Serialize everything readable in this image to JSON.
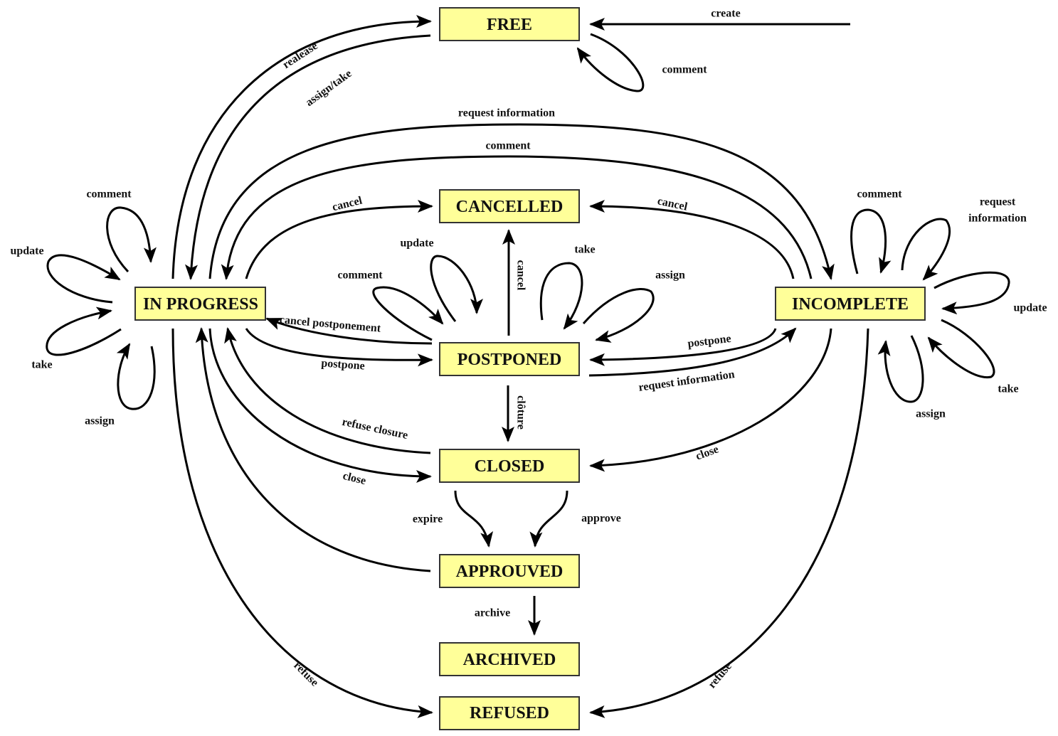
{
  "diagram": {
    "type": "state-transition-diagram",
    "states": [
      {
        "id": "free",
        "label": "FREE"
      },
      {
        "id": "cancelled",
        "label": "CANCELLED"
      },
      {
        "id": "in_progress",
        "label": "IN PROGRESS"
      },
      {
        "id": "incomplete",
        "label": "INCOMPLETE"
      },
      {
        "id": "postponed",
        "label": "POSTPONED"
      },
      {
        "id": "closed",
        "label": "CLOSED"
      },
      {
        "id": "approuved",
        "label": "APPROUVED"
      },
      {
        "id": "archived",
        "label": "ARCHIVED"
      },
      {
        "id": "refused",
        "label": "REFUSED"
      }
    ],
    "transitions": [
      {
        "id": "create",
        "from": null,
        "to": "free",
        "label": "create"
      },
      {
        "id": "free_comment",
        "from": "free",
        "to": "free",
        "label": "comment"
      },
      {
        "id": "release",
        "from": "in_progress",
        "to": "free",
        "label": "realease"
      },
      {
        "id": "assign_take",
        "from": "free",
        "to": "in_progress",
        "label": "assign/take"
      },
      {
        "id": "request_info_ip",
        "from": "in_progress",
        "to": "incomplete",
        "label": "request information"
      },
      {
        "id": "comment_inc_ip",
        "from": "incomplete",
        "to": "in_progress",
        "label": "comment"
      },
      {
        "id": "cancel_ip",
        "from": "in_progress",
        "to": "cancelled",
        "label": "cancel"
      },
      {
        "id": "cancel_inc",
        "from": "incomplete",
        "to": "cancelled",
        "label": "cancel"
      },
      {
        "id": "cancel_pp",
        "from": "postponed",
        "to": "cancelled",
        "label": "cancel"
      },
      {
        "id": "ip_comment",
        "from": "in_progress",
        "to": "in_progress",
        "label": "comment"
      },
      {
        "id": "ip_update",
        "from": "in_progress",
        "to": "in_progress",
        "label": "update"
      },
      {
        "id": "ip_take",
        "from": "in_progress",
        "to": "in_progress",
        "label": "take"
      },
      {
        "id": "ip_assign",
        "from": "in_progress",
        "to": "in_progress",
        "label": "assign"
      },
      {
        "id": "pp_update",
        "from": "postponed",
        "to": "postponed",
        "label": "update"
      },
      {
        "id": "pp_comment",
        "from": "postponed",
        "to": "postponed",
        "label": "comment"
      },
      {
        "id": "pp_take",
        "from": "postponed",
        "to": "postponed",
        "label": "take"
      },
      {
        "id": "pp_assign",
        "from": "postponed",
        "to": "postponed",
        "label": "assign"
      },
      {
        "id": "cancel_postponement",
        "from": "postponed",
        "to": "in_progress",
        "label": "cancel postponement"
      },
      {
        "id": "postpone_ip",
        "from": "in_progress",
        "to": "postponed",
        "label": "postpone"
      },
      {
        "id": "postpone_inc",
        "from": "incomplete",
        "to": "postponed",
        "label": "postpone"
      },
      {
        "id": "request_info_pp",
        "from": "postponed",
        "to": "incomplete",
        "label": "request information"
      },
      {
        "id": "cloture",
        "from": "postponed",
        "to": "closed",
        "label": "clôture"
      },
      {
        "id": "inc_comment",
        "from": "incomplete",
        "to": "incomplete",
        "label": "comment"
      },
      {
        "id": "inc_request_info",
        "from": "incomplete",
        "to": "incomplete",
        "label": "request information"
      },
      {
        "id": "inc_update",
        "from": "incomplete",
        "to": "incomplete",
        "label": "update"
      },
      {
        "id": "inc_take",
        "from": "incomplete",
        "to": "incomplete",
        "label": "take"
      },
      {
        "id": "inc_assign",
        "from": "incomplete",
        "to": "incomplete",
        "label": "assign"
      },
      {
        "id": "refuse_closure",
        "from": "closed",
        "to": "in_progress",
        "label": "refuse closure"
      },
      {
        "id": "close_ip",
        "from": "in_progress",
        "to": "closed",
        "label": "close"
      },
      {
        "id": "close_inc",
        "from": "incomplete",
        "to": "closed",
        "label": "close"
      },
      {
        "id": "expire",
        "from": "closed",
        "to": "approuved",
        "label": "expire"
      },
      {
        "id": "approve",
        "from": "closed",
        "to": "approuved",
        "label": "approve"
      },
      {
        "id": "approuved_ip",
        "from": "approuved",
        "to": "in_progress",
        "label": ""
      },
      {
        "id": "archive",
        "from": "approuved",
        "to": "archived",
        "label": "archive"
      },
      {
        "id": "refuse_ip",
        "from": "in_progress",
        "to": "refused",
        "label": "refuse"
      },
      {
        "id": "refuse_inc",
        "from": "incomplete",
        "to": "refused",
        "label": "refuse"
      }
    ]
  }
}
